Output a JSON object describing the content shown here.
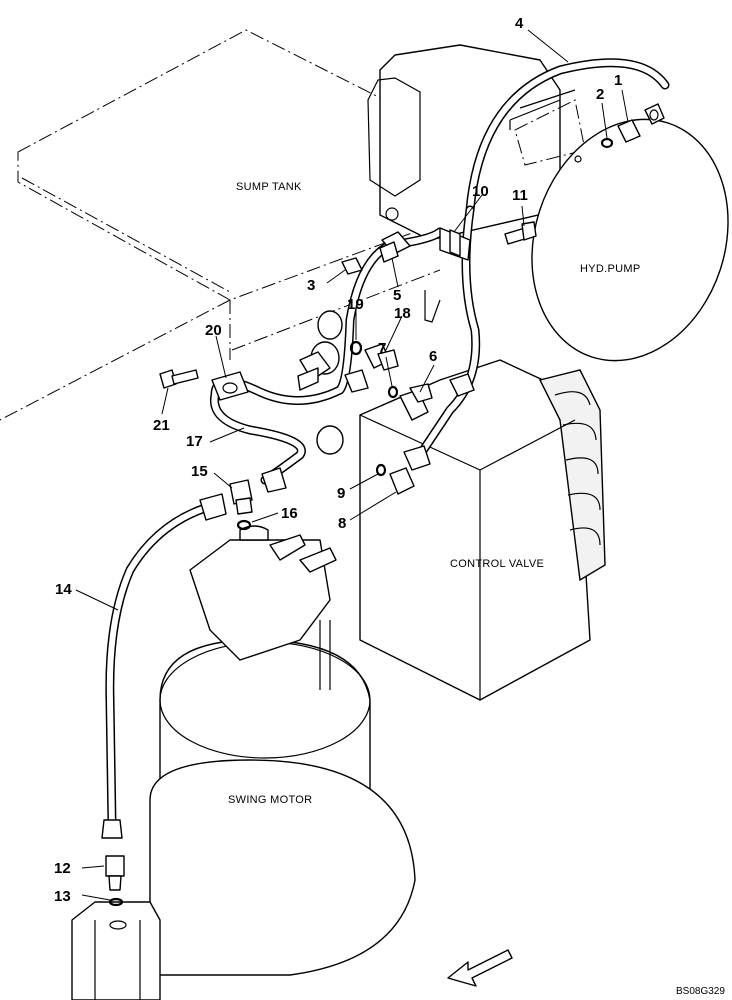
{
  "component_labels": {
    "sump_tank": "SUMP TANK",
    "hyd_pump": "HYD.PUMP",
    "control_valve": "CONTROL VALVE",
    "swing_motor": "SWING MOTOR"
  },
  "callouts": {
    "c1": "1",
    "c2": "2",
    "c3": "3",
    "c4": "4",
    "c5": "5",
    "c6": "6",
    "c7": "7",
    "c8": "8",
    "c9": "9",
    "c10": "10",
    "c11": "11",
    "c12": "12",
    "c13": "13",
    "c14": "14",
    "c15": "15",
    "c16": "16",
    "c17": "17",
    "c18": "18",
    "c19": "19",
    "c20": "20",
    "c21": "21"
  },
  "drawing_code": "BS08G329",
  "direction_arrow_icon": "front-direction-arrow-icon"
}
